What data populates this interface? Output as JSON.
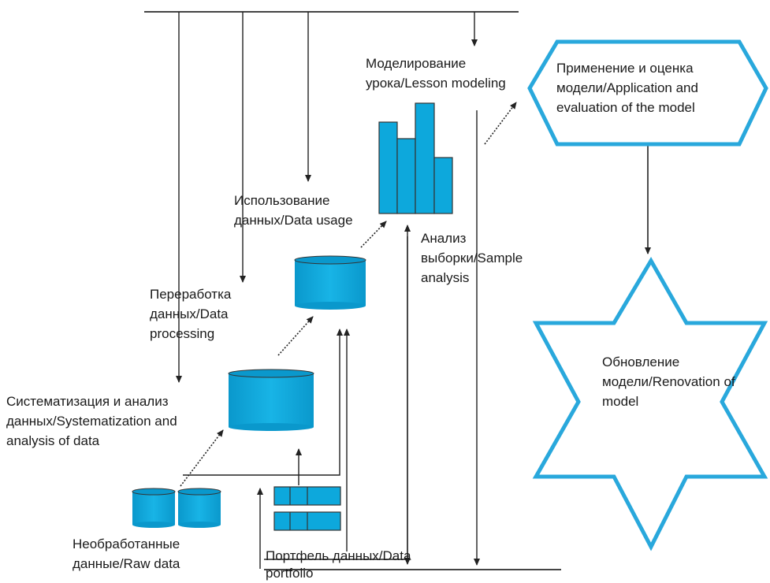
{
  "labels": {
    "lesson_modeling": [
      "Моделирование",
      "урока/Lesson modeling"
    ],
    "application": [
      "Применение и оценка",
      "модели/Application and",
      "evaluation of the model"
    ],
    "data_usage": [
      "Использование",
      "данных/Data usage"
    ],
    "sample_analysis": [
      "Анализ",
      "выборки/Sample",
      "analysis"
    ],
    "data_processing": [
      "Переработка",
      "данных/Data",
      "processing"
    ],
    "systematization": [
      "Систематизация и анализ",
      "данных/Systematization and",
      "analysis of data"
    ],
    "renovation": [
      "Обновление",
      "модели/Renovation of",
      "model"
    ],
    "raw_data": [
      "Необработанные",
      "данные/Raw data"
    ],
    "portfolio": [
      "Портфель данных/Data",
      "portfolio"
    ]
  },
  "colors": {
    "shape_fill": "#0da8dc",
    "shape_stroke": "#333333",
    "outline_blue": "#29a8dc",
    "line": "#222222"
  }
}
